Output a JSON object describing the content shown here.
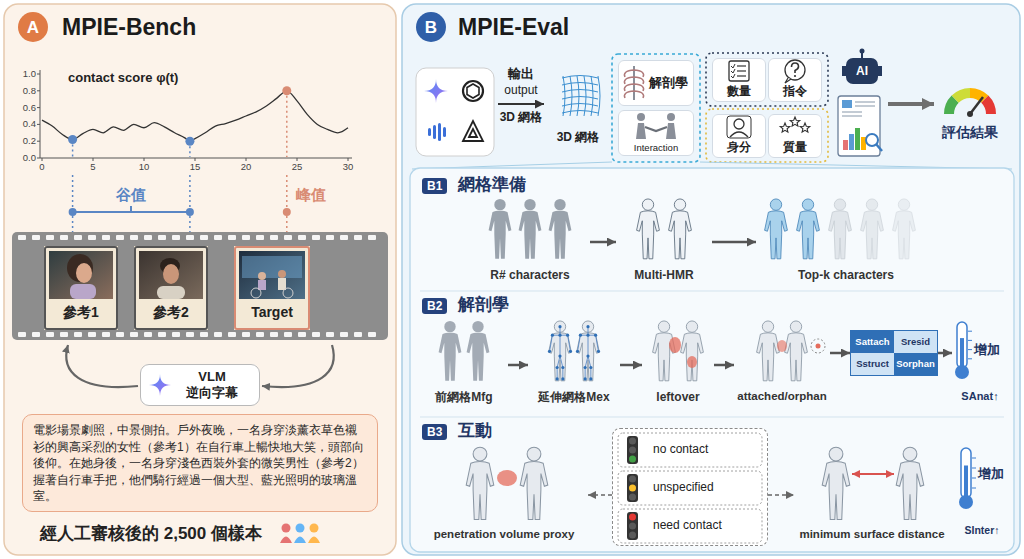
{
  "diagram": {
    "nodes": [
      {
        "text": [
          "MPIE-Bench"
        ]
      },
      {
        "text": [
          "A"
        ],
        "in": 0
      },
      {
        "text": [
          "參考1"
        ],
        "in": 0
      },
      {
        "text": [
          "參考2"
        ],
        "in": 0
      },
      {
        "text": [
          "Target"
        ],
        "in": 0
      },
      {
        "text": [
          "VLM 逆向字幕"
        ],
        "in": 0
      },
      {
        "text": [
          "電影場景劇照，中景側拍。戶外夜晚，一名身穿淡薰衣草色襯衫的興高采烈的女性（參考1）在自行車上暢快地大笑，頭部向後仰。在她身後，一名身穿淺色西裝外套的微笑男性（參考2）握著自行車手把，他們騎行經過一個大型、藍光照明的玻璃溫室。"
        ],
        "in": 0
      },
      {
        "text": [
          "MPIE-Eval"
        ]
      },
      {
        "text": [
          "B"
        ],
        "in": 7
      },
      {
        "text": [
          "3D 網格"
        ],
        "in": 7
      },
      {
        "text": [
          "解剖學"
        ],
        "in": 7
      },
      {
        "text": [
          "Interaction"
        ],
        "in": 7
      },
      {
        "text": [
          "數量"
        ],
        "in": 7
      },
      {
        "text": [
          "指令"
        ],
        "in": 7
      },
      {
        "text": [
          "身分"
        ],
        "in": 7
      },
      {
        "text": [
          "質量"
        ],
        "in": 7
      },
      {
        "text": [
          "B1",
          "網格準備"
        ],
        "in": 7
      },
      {
        "text": [
          "R# characters"
        ],
        "in": 16
      },
      {
        "text": [
          "Multi-HMR"
        ],
        "in": 16
      },
      {
        "text": [
          "Top-k characters"
        ],
        "in": 16
      },
      {
        "text": [
          "B2",
          "解剖學"
        ],
        "in": 7
      },
      {
        "text": [
          "前網格Mfg"
        ],
        "in": 20
      },
      {
        "text": [
          "延伸網格Mex"
        ],
        "in": 20
      },
      {
        "text": [
          "leftover"
        ],
        "in": 20
      },
      {
        "text": [
          "attached/orphan"
        ],
        "in": 20
      },
      {
        "text": [
          "Sattach",
          "Sresid",
          "Sstruct",
          "Sorphan"
        ],
        "in": 20
      },
      {
        "text": [
          "增加",
          "SAnat↑"
        ],
        "in": 20
      },
      {
        "text": [
          "B3",
          "互動"
        ],
        "in": 7
      },
      {
        "text": [
          "penetration volume proxy"
        ],
        "in": 27
      },
      {
        "text": [
          "no contact",
          "unspecified",
          "need contact"
        ],
        "in": 27
      },
      {
        "text": [
          "minimum surface distance"
        ],
        "in": 27
      },
      {
        "text": [
          "增加",
          "SInter↑"
        ],
        "in": 27
      }
    ],
    "edges": [
      {
        "from": 17,
        "to": 18,
        "arrow": "to"
      },
      {
        "from": 18,
        "to": 19,
        "arrow": "to"
      },
      {
        "from": 21,
        "to": 22,
        "arrow": "to"
      },
      {
        "from": 22,
        "to": 23,
        "arrow": "to"
      },
      {
        "from": 23,
        "to": 24,
        "arrow": "to"
      },
      {
        "from": 24,
        "to": 25,
        "arrow": "to"
      },
      {
        "from": 25,
        "to": 26,
        "arrow": "to"
      },
      {
        "from": 29,
        "to": 28,
        "arrow": "to"
      },
      {
        "from": 29,
        "to": 30,
        "arrow": "to"
      }
    ],
    "labels": [
      "contact score φ(t)",
      "0.0",
      "0.2",
      "0.4",
      "0.6",
      "0.8",
      "1.0",
      "0",
      "5",
      "10",
      "15",
      "20",
      "25",
      "30",
      "谷值",
      "峰值",
      "經人工審核後的 2,500 個樣本",
      "輸出",
      "output",
      "3D 網格",
      "AI",
      "評估結果"
    ]
  }
}
